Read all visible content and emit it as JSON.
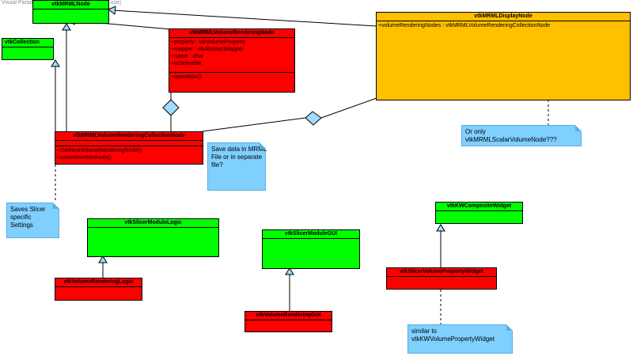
{
  "watermark": "Visual Paradigm Edition [not for commercial use]",
  "classes": {
    "mrml_node": {
      "name": "vtkMRMLNode"
    },
    "collection": {
      "name": "vtkCollection"
    },
    "volume_rendering_node": {
      "name": "vtkMRMLVolumeRenderingNode",
      "attributes": [
        "+property : vtkVolumeProperty",
        "+mapper : vtkAbstractMapper",
        "+name : char",
        "+isDeleteble"
      ],
      "operations": [
        "+operation()"
      ]
    },
    "display_node": {
      "name": "vtkMRMLDisplayNode",
      "attributes": [
        "+volumeRenderingNodes : vtkMRMLVolumeRenderingCollectionNode"
      ]
    },
    "collection_node": {
      "name": "vtkMRMLVolumeRenderingCollectionNode",
      "operations": [
        "+GetNextVolumeRenderingNode()",
        "+someMoreMethods()"
      ]
    },
    "slicer_module_logic": {
      "name": "vtkSlicerModuleLogic"
    },
    "volume_rendering_logic": {
      "name": "vtkVolumeRenderingLogic"
    },
    "slicer_module_gui": {
      "name": "vtkSlicerModuleGUI"
    },
    "volume_rendering_gui": {
      "name": "vtkVolumeRenderingGUI"
    },
    "composite_widget": {
      "name": "vtkKWCompositeWidget"
    },
    "volume_property_widget": {
      "name": "vtkSlicerVolumePropertyWidget"
    }
  },
  "notes": {
    "save_data": [
      "Save data in MRML",
      "File or in separate",
      "file?"
    ],
    "saves_slicer": [
      "Saves Slicer",
      "specific",
      "Settings"
    ],
    "or_only": [
      "Or only",
      "vtkMRMLScalarVolumeNode???"
    ],
    "similar_to": [
      "similar to",
      "vtkKWVolumePropertyWidget"
    ]
  },
  "colors": {
    "green": "#00ff00",
    "red": "#ff0000",
    "orange": "#ffc000",
    "note": "#7fcfff",
    "arrow_fill": "#9fdcff"
  }
}
